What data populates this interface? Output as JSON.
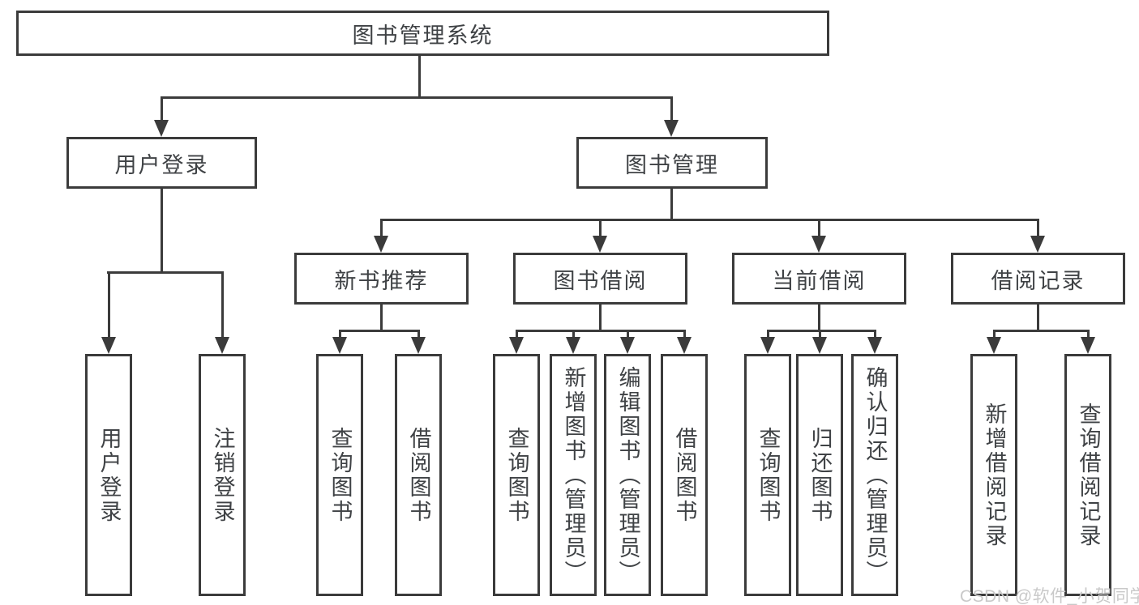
{
  "root": {
    "label": "图书管理系统"
  },
  "branch_user": {
    "label": "用户登录",
    "leaves": [
      "用户登录",
      "注销登录"
    ]
  },
  "branch_books": {
    "label": "图书管理"
  },
  "groups": [
    {
      "label": "新书推荐",
      "leaves": [
        "查询图书",
        "借阅图书"
      ]
    },
    {
      "label": "图书借阅",
      "leaves": [
        "查询图书",
        "新增图书（管理员）",
        "编辑图书（管理员）",
        "借阅图书"
      ]
    },
    {
      "label": "当前借阅",
      "leaves": [
        "查询图书",
        "归还图书",
        "确认归还（管理员）"
      ]
    },
    {
      "label": "借阅记录",
      "leaves": [
        "新增借阅记录",
        "查询借阅记录"
      ]
    }
  ],
  "watermark": "CSDN @软件_小贺同学",
  "colors": {
    "line": "#3b3b3b",
    "text": "#3f4245",
    "watermark": "#c9c9c9",
    "background": "#ffffff"
  }
}
